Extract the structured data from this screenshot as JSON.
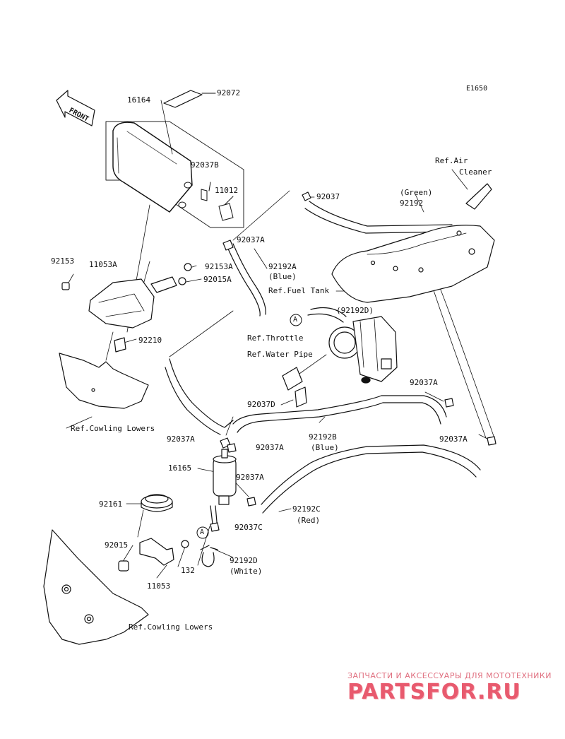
{
  "diagram_code": "E1650",
  "front_marker": "FRONT",
  "circle_marker": "A",
  "parts": {
    "p16164": "16164",
    "p92072": "92072",
    "p92037B": "92037B",
    "p11012": "11012",
    "p92037_top": "92037",
    "p92192": "92192",
    "green": "(Green)",
    "p92037A_1": "92037A",
    "p92192A": "92192A",
    "blue_1": "(Blue)",
    "p92153": "92153",
    "p11053A": "11053A",
    "p92153A": "92153A",
    "p92015A": "92015A",
    "p92192D_paren": "(92192D)",
    "p92210": "92210",
    "p92037A_2": "92037A",
    "p92037D": "92037D",
    "p92192B": "92192B",
    "blue_2": "(Blue)",
    "p92037A_3": "92037A",
    "p92037A_4": "92037A",
    "p92037A_5": "92037A",
    "p16165": "16165",
    "p92037A_6": "92037A",
    "p92161": "92161",
    "p92192C": "92192C",
    "red": "(Red)",
    "p92037C": "92037C",
    "p92015": "92015",
    "p132": "132",
    "p11053": "11053",
    "p92192D": "92192D",
    "white": "(White)"
  },
  "refs": {
    "air_cleaner_1": "Ref.Air",
    "air_cleaner_2": "Cleaner",
    "fuel_tank": "Ref.Fuel Tank",
    "throttle": "Ref.Throttle",
    "water_pipe": "Ref.Water Pipe",
    "cowling_1": "Ref.Cowling Lowers",
    "cowling_2": "Ref.Cowling Lowers"
  },
  "watermark": {
    "tagline": "ЗАПЧАСТИ И АКСЕССУАРЫ ДЛЯ МОТОТЕХНИКИ",
    "brand": "PARTSFOR.RU"
  }
}
